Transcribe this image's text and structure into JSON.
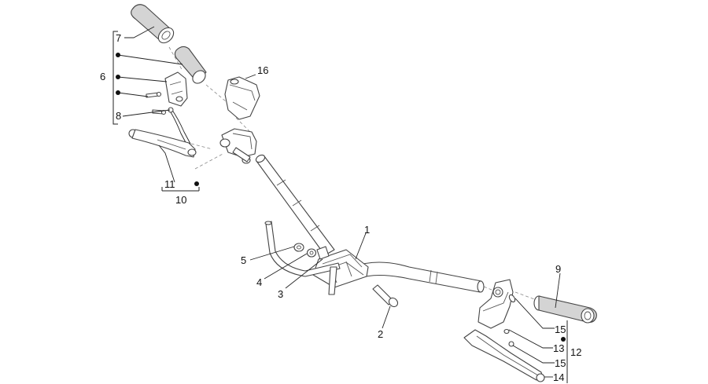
{
  "callouts": {
    "c1": "1",
    "c2": "2",
    "c3": "3",
    "c4": "4",
    "c5": "5",
    "c6": "6",
    "c7": "7",
    "c8": "8",
    "c9": "9",
    "c10": "10",
    "c11": "11",
    "c12": "12",
    "c13": "13",
    "c14": "14",
    "c15a": "15",
    "c15b": "15",
    "c16": "16"
  },
  "colors": {
    "line": "#444444",
    "grip_fill": "#d4d4d4",
    "background": "#ffffff"
  }
}
